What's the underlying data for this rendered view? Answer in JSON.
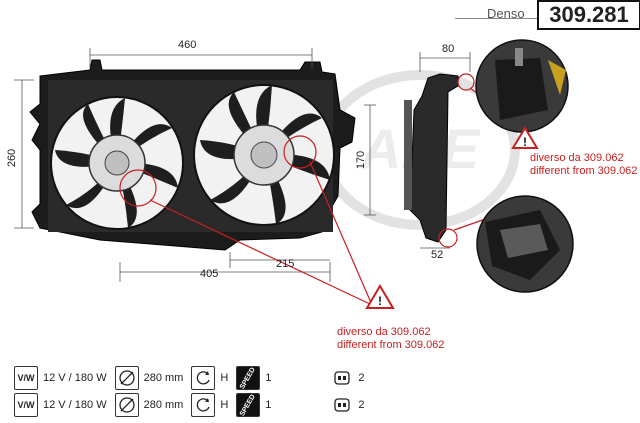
{
  "header": {
    "brand": "Denso",
    "part_number": "309.281"
  },
  "dimensions": {
    "width_top": "460",
    "height_left": "260",
    "depth_top": "80",
    "side_height": "170",
    "fan_offset_a": "405",
    "fan_offset_b": "215",
    "bracket_bottom": "52"
  },
  "notes": [
    {
      "line1": "diverso da 309.062",
      "line2": "different from 309.062"
    },
    {
      "line1": "diverso da 309.062",
      "line2": "different from 309.062"
    }
  ],
  "specs": [
    {
      "vw_label": "V/W",
      "voltage_power": "12 V / 180 W",
      "diameter": "280 mm",
      "rotation": "H",
      "speed_label": "SPEED",
      "speeds": "1",
      "connector_pins": "2"
    },
    {
      "vw_label": "V/W",
      "voltage_power": "12 V / 180 W",
      "diameter": "280 mm",
      "rotation": "H",
      "speed_label": "SPEED",
      "speeds": "1",
      "connector_pins": "2"
    }
  ],
  "watermark": "AHE",
  "colors": {
    "accent_red": "#c82020",
    "frame": "#1c1c1c"
  }
}
